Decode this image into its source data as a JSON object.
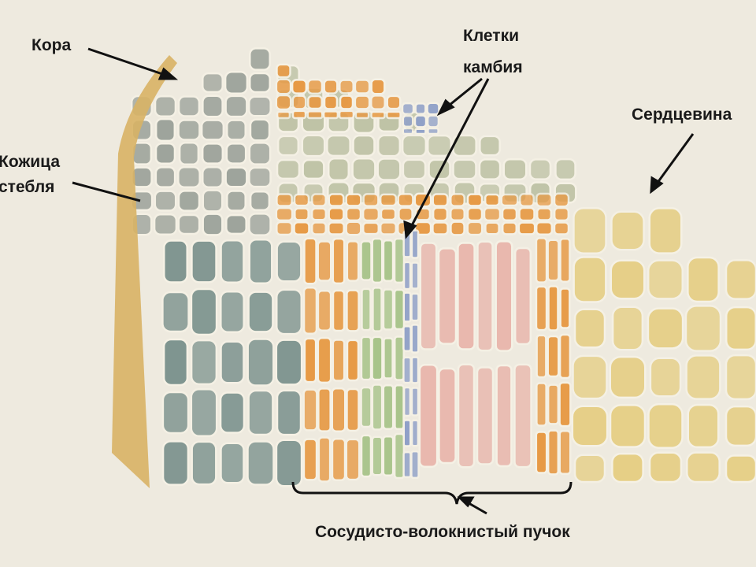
{
  "labels": {
    "cortex": "Кора",
    "cambium_line1": "Клетки",
    "cambium_line2": "камбия",
    "epidermis_line1": "Кожица",
    "epidermis_line2": "стебля",
    "pith": "Сердцевина",
    "vascular_bundle": "Сосудисто-волокнистый пучок"
  },
  "colors": {
    "background": "#eeeadf",
    "epidermis": "#d8b365",
    "cortex": "#9ea49c",
    "phloem": "#e79a45",
    "green_tissue": "#a8c48a",
    "cambium": "#8fa0c8",
    "xylem": "#e9b8ae",
    "pith": "#e6cf86",
    "label": "#1a1a1a"
  }
}
